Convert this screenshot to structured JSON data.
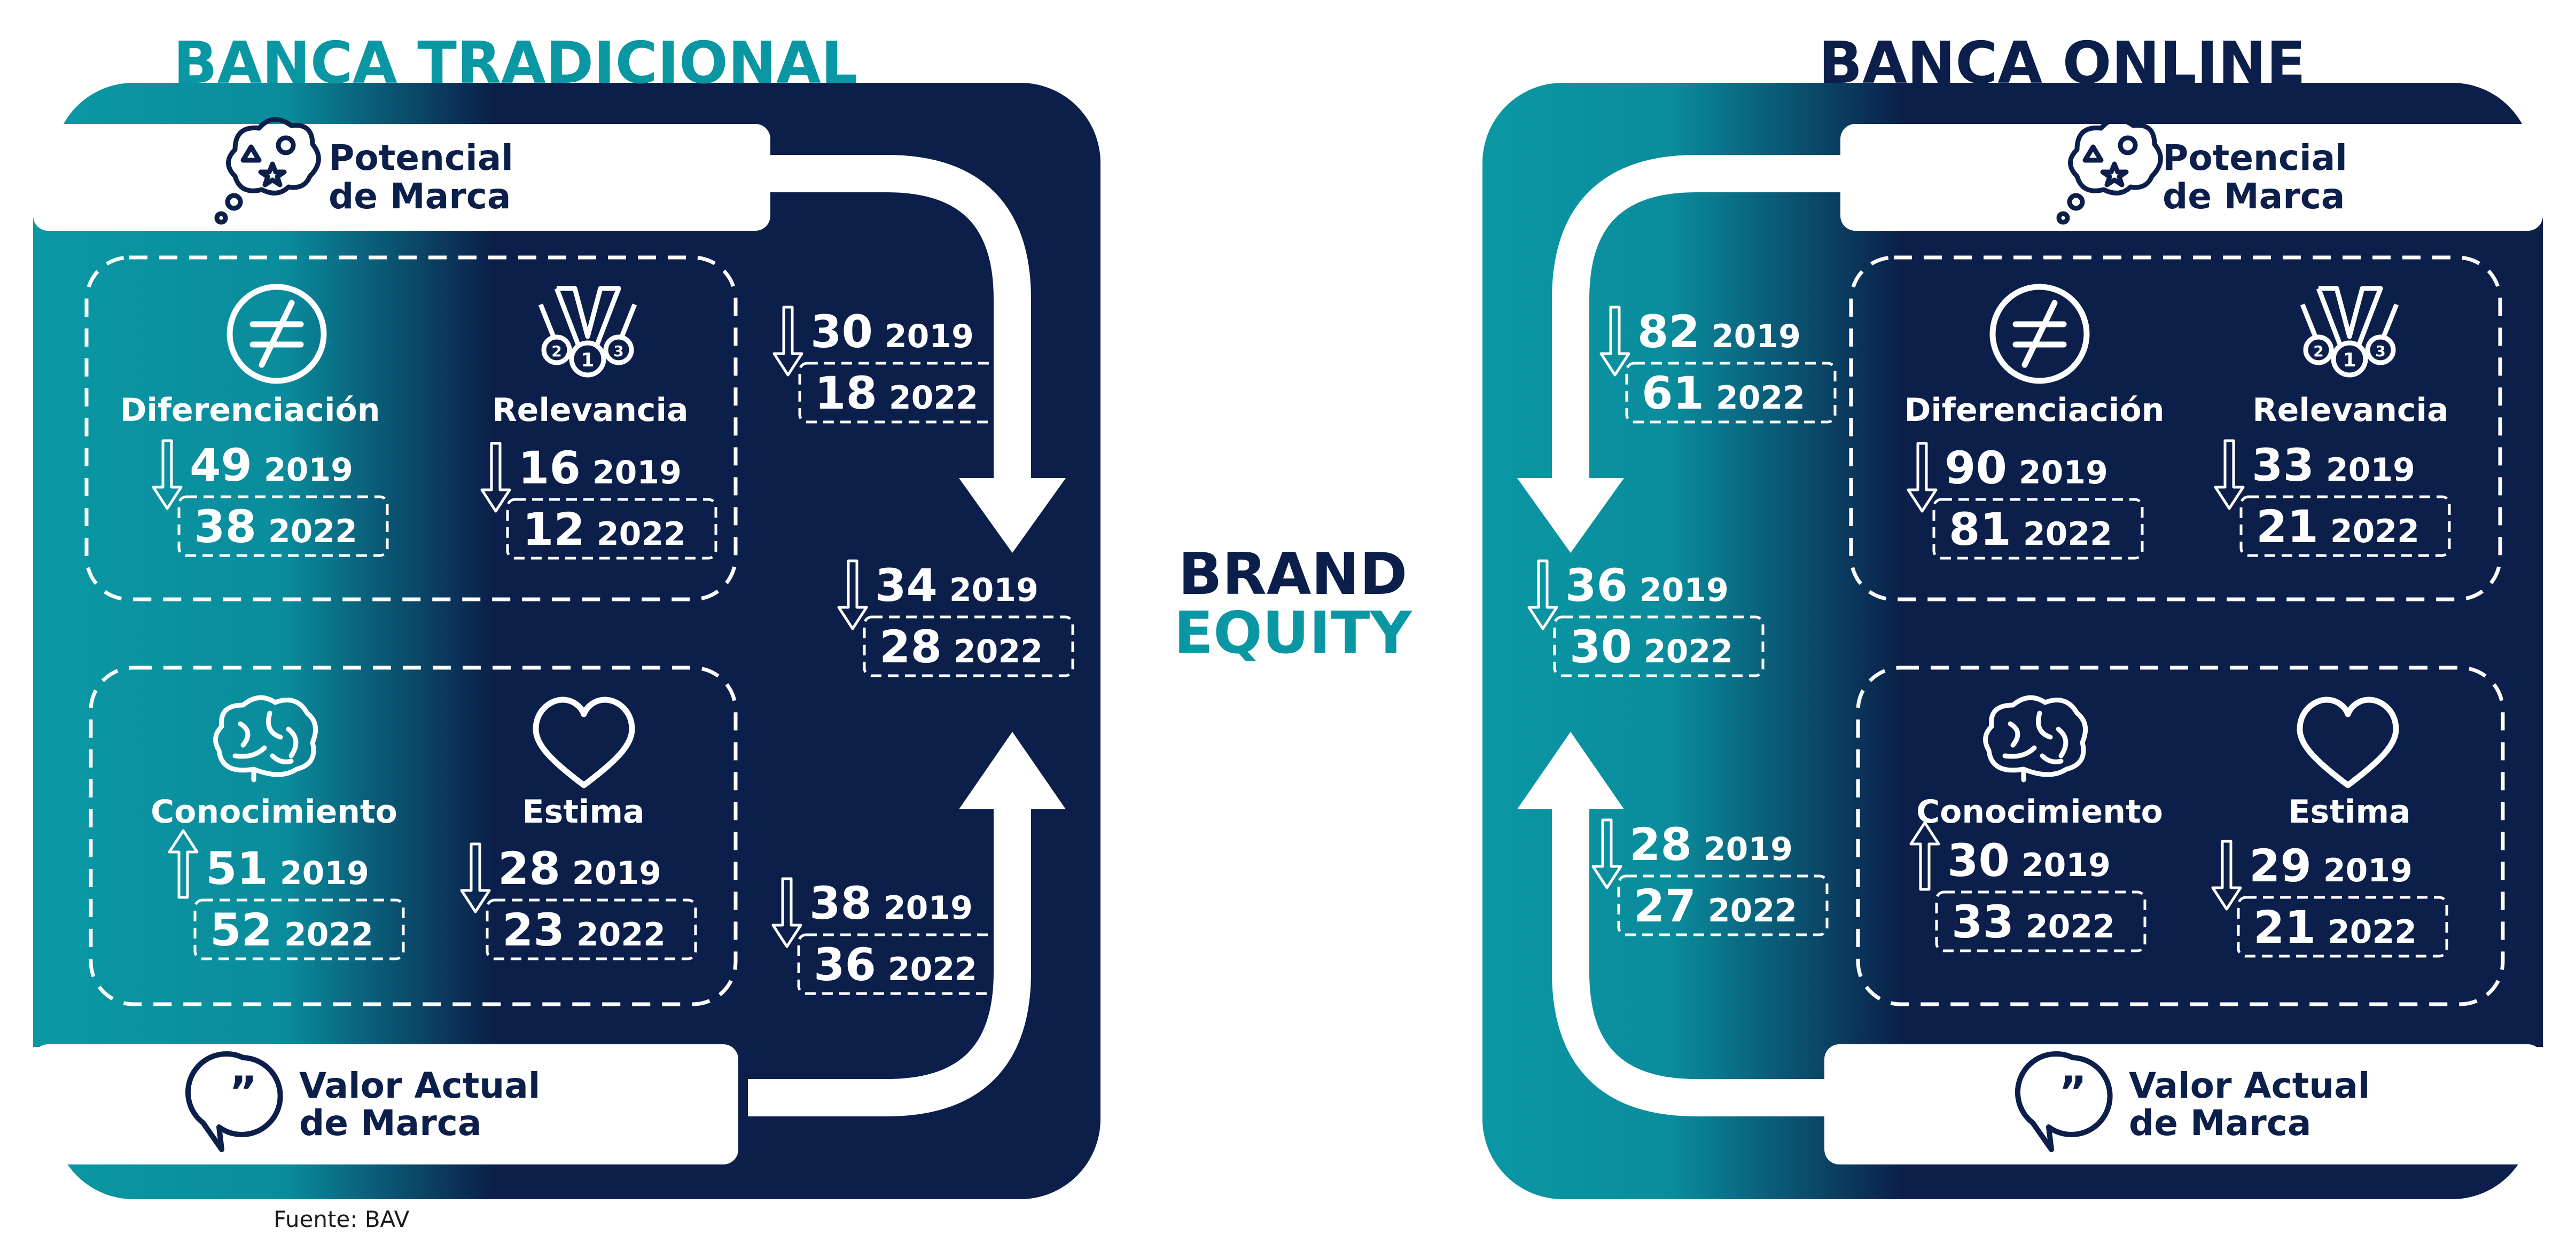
{
  "colors": {
    "navy": "#0b1f4a",
    "teal": "#0a97a4",
    "white": "#ffffff"
  },
  "center": {
    "line1": "BRAND",
    "line2": "EQUITY"
  },
  "source": "Fuente: BAV",
  "panels": [
    {
      "id": "tradicional",
      "title": "BANCA TRADICIONAL",
      "potencial": {
        "line1": "Potencial",
        "line2": "de Marca",
        "icon": "thought-bubble-icon"
      },
      "valor_actual": {
        "line1": "Valor Actual",
        "line2": "de Marca",
        "icon": "quote-bubble-icon"
      },
      "arrow_top": {
        "trend": "down",
        "v2019": "30",
        "v2022": "18"
      },
      "center_metric": {
        "trend": "down",
        "v2019": "34",
        "v2022": "28"
      },
      "arrow_bottom": {
        "trend": "down",
        "v2019": "38",
        "v2022": "36"
      },
      "metrics": [
        {
          "label": "Diferenciación",
          "icon": "not-equal-icon",
          "trend": "down",
          "v2019": "49",
          "v2022": "38"
        },
        {
          "label": "Relevancia",
          "icon": "medals-icon",
          "trend": "down",
          "v2019": "16",
          "v2022": "12"
        },
        {
          "label": "Conocimiento",
          "icon": "brain-icon",
          "trend": "up",
          "v2019": "51",
          "v2022": "52"
        },
        {
          "label": "Estima",
          "icon": "heart-icon",
          "trend": "down",
          "v2019": "28",
          "v2022": "23"
        }
      ]
    },
    {
      "id": "online",
      "title": "BANCA ONLINE",
      "potencial": {
        "line1": "Potencial",
        "line2": "de Marca",
        "icon": "thought-bubble-icon"
      },
      "valor_actual": {
        "line1": "Valor Actual",
        "line2": "de Marca",
        "icon": "quote-bubble-icon"
      },
      "arrow_top": {
        "trend": "down",
        "v2019": "82",
        "v2022": "61"
      },
      "center_metric": {
        "trend": "down",
        "v2019": "36",
        "v2022": "30"
      },
      "arrow_bottom": {
        "trend": "down",
        "v2019": "28",
        "v2022": "27"
      },
      "metrics": [
        {
          "label": "Diferenciación",
          "icon": "not-equal-icon",
          "trend": "down",
          "v2019": "90",
          "v2022": "81"
        },
        {
          "label": "Relevancia",
          "icon": "medals-icon",
          "trend": "down",
          "v2019": "33",
          "v2022": "21"
        },
        {
          "label": "Conocimiento",
          "icon": "brain-icon",
          "trend": "up",
          "v2019": "30",
          "v2022": "33"
        },
        {
          "label": "Estima",
          "icon": "heart-icon",
          "trend": "down",
          "v2019": "29",
          "v2022": "21"
        }
      ]
    }
  ],
  "year_labels": {
    "y2019": "2019",
    "y2022": "2022"
  }
}
